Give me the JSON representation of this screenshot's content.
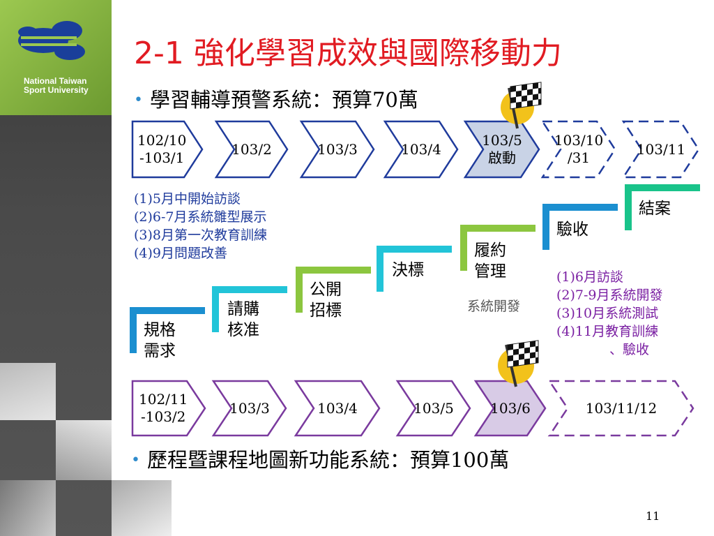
{
  "sidebar": {
    "logo_line1": "National Taiwan",
    "logo_line2": "Sport University"
  },
  "title": "2-1 強化學習成效與國際移動力",
  "bullet1": "學習輔導預警系統：預算70萬",
  "bullet2": "歷程暨課程地圖新功能系統：預算100萬",
  "timeline1": [
    {
      "label": "102/10\n-103/1",
      "style": "solid"
    },
    {
      "label": "103/2",
      "style": "solid"
    },
    {
      "label": "103/3",
      "style": "solid"
    },
    {
      "label": "103/4",
      "style": "solid"
    },
    {
      "label": "103/5\n啟動",
      "style": "filled"
    },
    {
      "label": "103/10\n/31",
      "style": "dashed"
    },
    {
      "label": "103/11",
      "style": "dashed"
    }
  ],
  "timeline2": [
    {
      "label": "102/11\n-103/2",
      "style": "solid"
    },
    {
      "label": "103/3",
      "style": "solid"
    },
    {
      "label": "103/4",
      "style": "solid"
    },
    {
      "label": "103/5",
      "style": "solid"
    },
    {
      "label": "103/6",
      "style": "filled"
    },
    {
      "label": "103/11/12",
      "style": "dashed"
    }
  ],
  "notes_left": [
    "(1)5月中開始訪談",
    "(2)6-7月系統雛型展示",
    "(3)8月第一次教育訓練",
    "(4)9月問題改善"
  ],
  "notes_right": [
    "(1)6月訪談",
    "(2)7-9月系統開發",
    "(3)10月系統測試",
    "(4)11月教育訓練",
    "、驗收"
  ],
  "system_dev_label": "系統開發",
  "stairs": [
    {
      "label": "規格\n需求",
      "color": "#1b8fd0"
    },
    {
      "label": "請購\n核准",
      "color": "#22c4d8"
    },
    {
      "label": "公開\n招標",
      "color": "#8cc63f"
    },
    {
      "label": "決標",
      "color": "#22c4d8"
    },
    {
      "label": "履約\n管理",
      "color": "#8cc63f"
    },
    {
      "label": "驗收",
      "color": "#1b8fd0"
    },
    {
      "label": "結案",
      "color": "#19c38a"
    }
  ],
  "colors": {
    "title": "#e11b22",
    "blue_arrow": "#1f3b9c",
    "purple_arrow": "#7a3a9e",
    "filled_blue": "#c9d3e6",
    "filled_purple": "#d8cbe6"
  },
  "icons": [
    "checkered-flag-icon",
    "checkered-flag-icon"
  ],
  "page_number": "11"
}
